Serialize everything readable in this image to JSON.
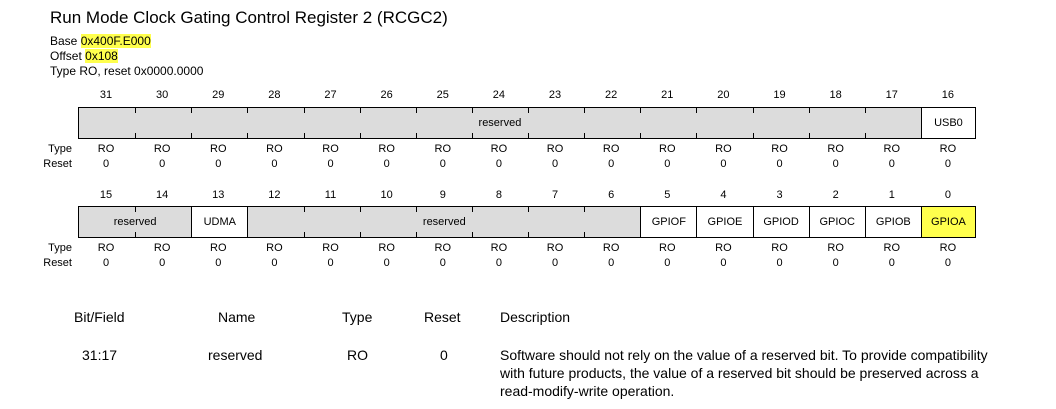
{
  "title": "Run Mode Clock Gating Control Register 2 (RCGC2)",
  "base_label": "Base ",
  "base_value": "0x400F.E000",
  "offset_label": "Offset ",
  "offset_value": "0x108",
  "type_line": "Type RO, reset 0x0000.0000",
  "row_labels": {
    "type": "Type",
    "reset": "Reset"
  },
  "upper": {
    "bits": [
      "31",
      "30",
      "29",
      "28",
      "27",
      "26",
      "25",
      "24",
      "23",
      "22",
      "21",
      "20",
      "19",
      "18",
      "17",
      "16"
    ],
    "types": [
      "RO",
      "RO",
      "RO",
      "RO",
      "RO",
      "RO",
      "RO",
      "RO",
      "RO",
      "RO",
      "RO",
      "RO",
      "RO",
      "RO",
      "RO",
      "RO"
    ],
    "resets": [
      "0",
      "0",
      "0",
      "0",
      "0",
      "0",
      "0",
      "0",
      "0",
      "0",
      "0",
      "0",
      "0",
      "0",
      "0",
      "0"
    ],
    "fields": [
      {
        "name": "reserved",
        "start": 0,
        "span": 15,
        "reserved": true
      },
      {
        "name": "USB0",
        "start": 15,
        "span": 1,
        "reserved": false
      }
    ]
  },
  "lower": {
    "bits": [
      "15",
      "14",
      "13",
      "12",
      "11",
      "10",
      "9",
      "8",
      "7",
      "6",
      "5",
      "4",
      "3",
      "2",
      "1",
      "0"
    ],
    "types": [
      "RO",
      "RO",
      "RO",
      "RO",
      "RO",
      "RO",
      "RO",
      "RO",
      "RO",
      "RO",
      "RO",
      "RO",
      "RO",
      "RO",
      "RO",
      "RO"
    ],
    "resets": [
      "0",
      "0",
      "0",
      "0",
      "0",
      "0",
      "0",
      "0",
      "0",
      "0",
      "0",
      "0",
      "0",
      "0",
      "0",
      "0"
    ],
    "fields": [
      {
        "name": "reserved",
        "start": 0,
        "span": 2,
        "reserved": true
      },
      {
        "name": "UDMA",
        "start": 2,
        "span": 1,
        "reserved": false
      },
      {
        "name": "reserved",
        "start": 3,
        "span": 7,
        "reserved": true
      },
      {
        "name": "GPIOF",
        "start": 10,
        "span": 1,
        "reserved": false
      },
      {
        "name": "GPIOE",
        "start": 11,
        "span": 1,
        "reserved": false
      },
      {
        "name": "GPIOD",
        "start": 12,
        "span": 1,
        "reserved": false
      },
      {
        "name": "GPIOC",
        "start": 13,
        "span": 1,
        "reserved": false
      },
      {
        "name": "GPIOB",
        "start": 14,
        "span": 1,
        "reserved": false
      },
      {
        "name": "GPIOA",
        "start": 15,
        "span": 1,
        "reserved": false,
        "highlight": true
      }
    ]
  },
  "table": {
    "headers": {
      "bitfield": "Bit/Field",
      "name": "Name",
      "type": "Type",
      "reset": "Reset",
      "description": "Description"
    },
    "row": {
      "bitfield": "31:17",
      "name": "reserved",
      "type": "RO",
      "reset": "0",
      "description": "Software should not rely on the value of a reserved bit. To provide compatibility with future products, the value of a reserved bit should be preserved across a read-modify-write operation."
    }
  },
  "highlight_color": "#ffff4d",
  "reserved_color": "#dcdcdc"
}
